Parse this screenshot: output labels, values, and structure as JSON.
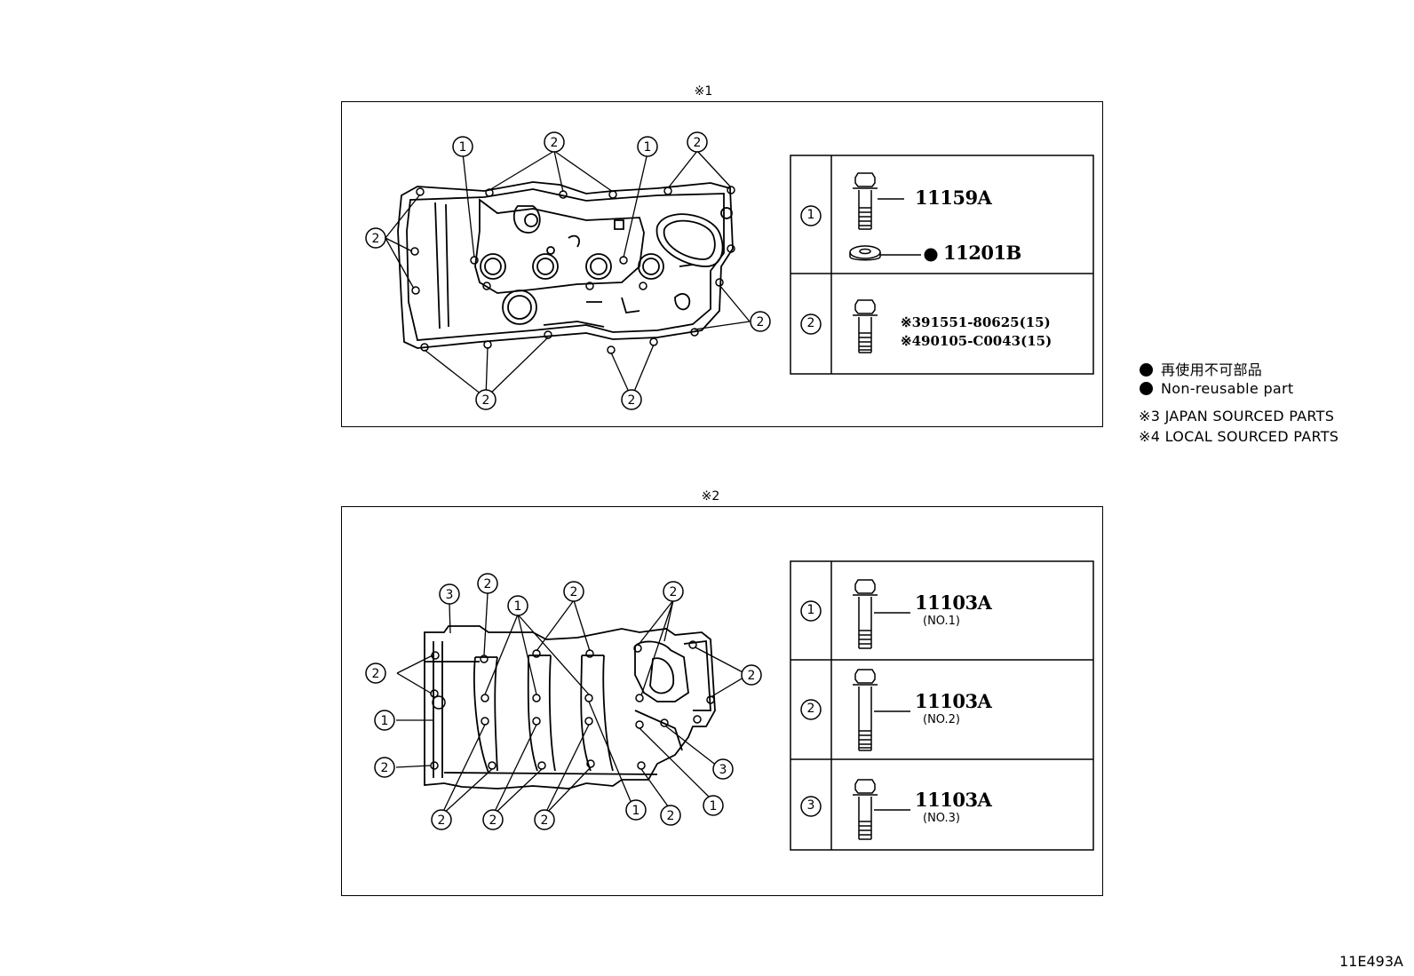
{
  "panel1": {
    "title": "※1",
    "rows": [
      {
        "callout": "1",
        "part": "11159A",
        "sub_part": "11201B"
      },
      {
        "callout": "2",
        "part_line1": "※391551-80625(15)",
        "part_line2": "※490105-C0043(15)"
      }
    ]
  },
  "panel2": {
    "title": "※2",
    "rows": [
      {
        "callout": "1",
        "part": "11103A",
        "note": "(NO.1)"
      },
      {
        "callout": "2",
        "part": "11103A",
        "note": "(NO.2)"
      },
      {
        "callout": "3",
        "part": "11103A",
        "note": "(NO.3)"
      }
    ]
  },
  "legend": {
    "non_reusable_jp": "再使用不可部品",
    "non_reusable_en": "Non-reusable part",
    "note3": "※3 JAPAN SOURCED PARTS",
    "note4": "※4 LOCAL SOURCED PARTS"
  },
  "figure_id": "11E493A"
}
